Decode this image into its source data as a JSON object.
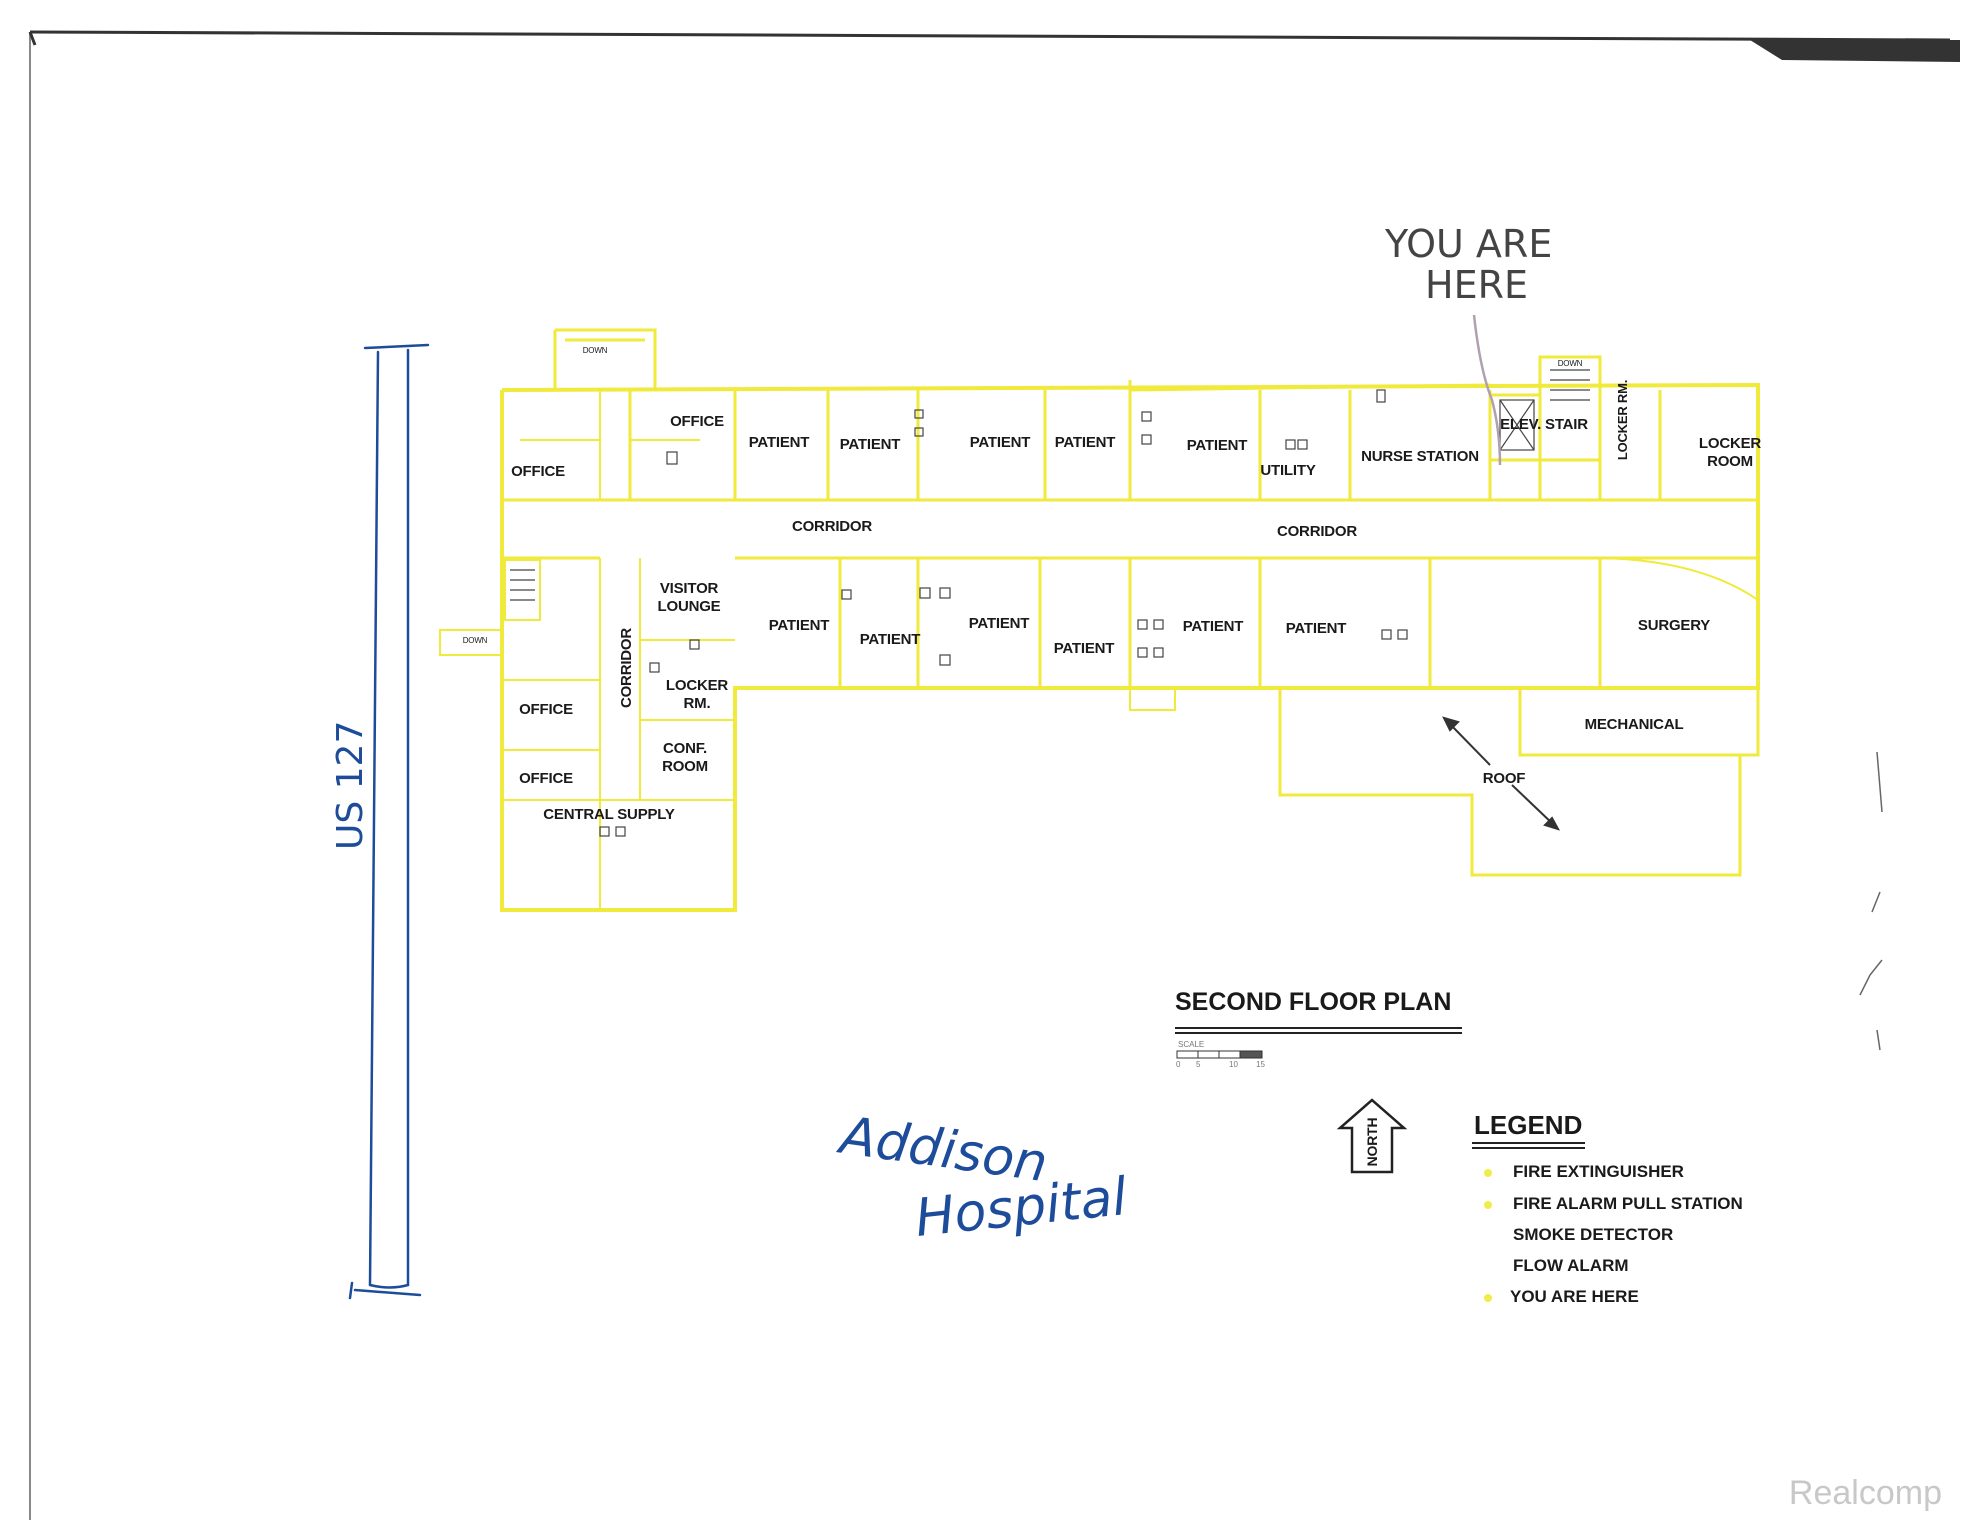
{
  "plan": {
    "title": "SECOND FLOOR PLAN",
    "scale_label": "SCALE",
    "scale_ticks": [
      "0",
      "5",
      "10",
      "15"
    ],
    "north": "NORTH",
    "down_label": "DOWN",
    "rooms": {
      "office_nw": "OFFICE",
      "office_top": "OFFICE",
      "patient_1": "PATIENT",
      "patient_2": "PATIENT",
      "patient_3": "PATIENT",
      "patient_4": "PATIENT",
      "patient_5": "PATIENT",
      "utility": "UTILITY",
      "nurse_station": "NURSE STATION",
      "elev_stair": "ELEV. STAIR",
      "locker_rm_vert": "LOCKER RM.",
      "locker_room": "LOCKER ROOM",
      "corridor_west": "CORRIDOR",
      "corridor_east": "CORRIDOR",
      "visitor_lounge": "VISITOR LOUNGE",
      "corridor_vert": "CORRIDOR",
      "locker_rm_2": "LOCKER RM.",
      "patient_6": "PATIENT",
      "patient_7": "PATIENT",
      "patient_8": "PATIENT",
      "patient_9": "PATIENT",
      "patient_10": "PATIENT",
      "patient_11": "PATIENT",
      "surgery": "SURGERY",
      "mechanical": "MECHANICAL",
      "roof": "ROOF",
      "office_sw1": "OFFICE",
      "office_sw2": "OFFICE",
      "conf_room": "CONF. ROOM",
      "central_supply": "CENTRAL SUPPLY"
    }
  },
  "legend": {
    "title": "LEGEND",
    "items": [
      "FIRE EXTINGUISHER",
      "FIRE ALARM PULL STATION",
      "SMOKE DETECTOR",
      "FLOW ALARM",
      "YOU ARE HERE"
    ]
  },
  "handwritten": {
    "you_are_here_1": "YOU ARE",
    "you_are_here_2": "HERE",
    "road": "US 127",
    "hospital_1": "Addison",
    "hospital_2": "Hospital"
  },
  "watermark": "Realcomp",
  "colors": {
    "wall": "#f0ea3c",
    "ink": "#1d4c9a",
    "text": "#1a1a1a"
  }
}
